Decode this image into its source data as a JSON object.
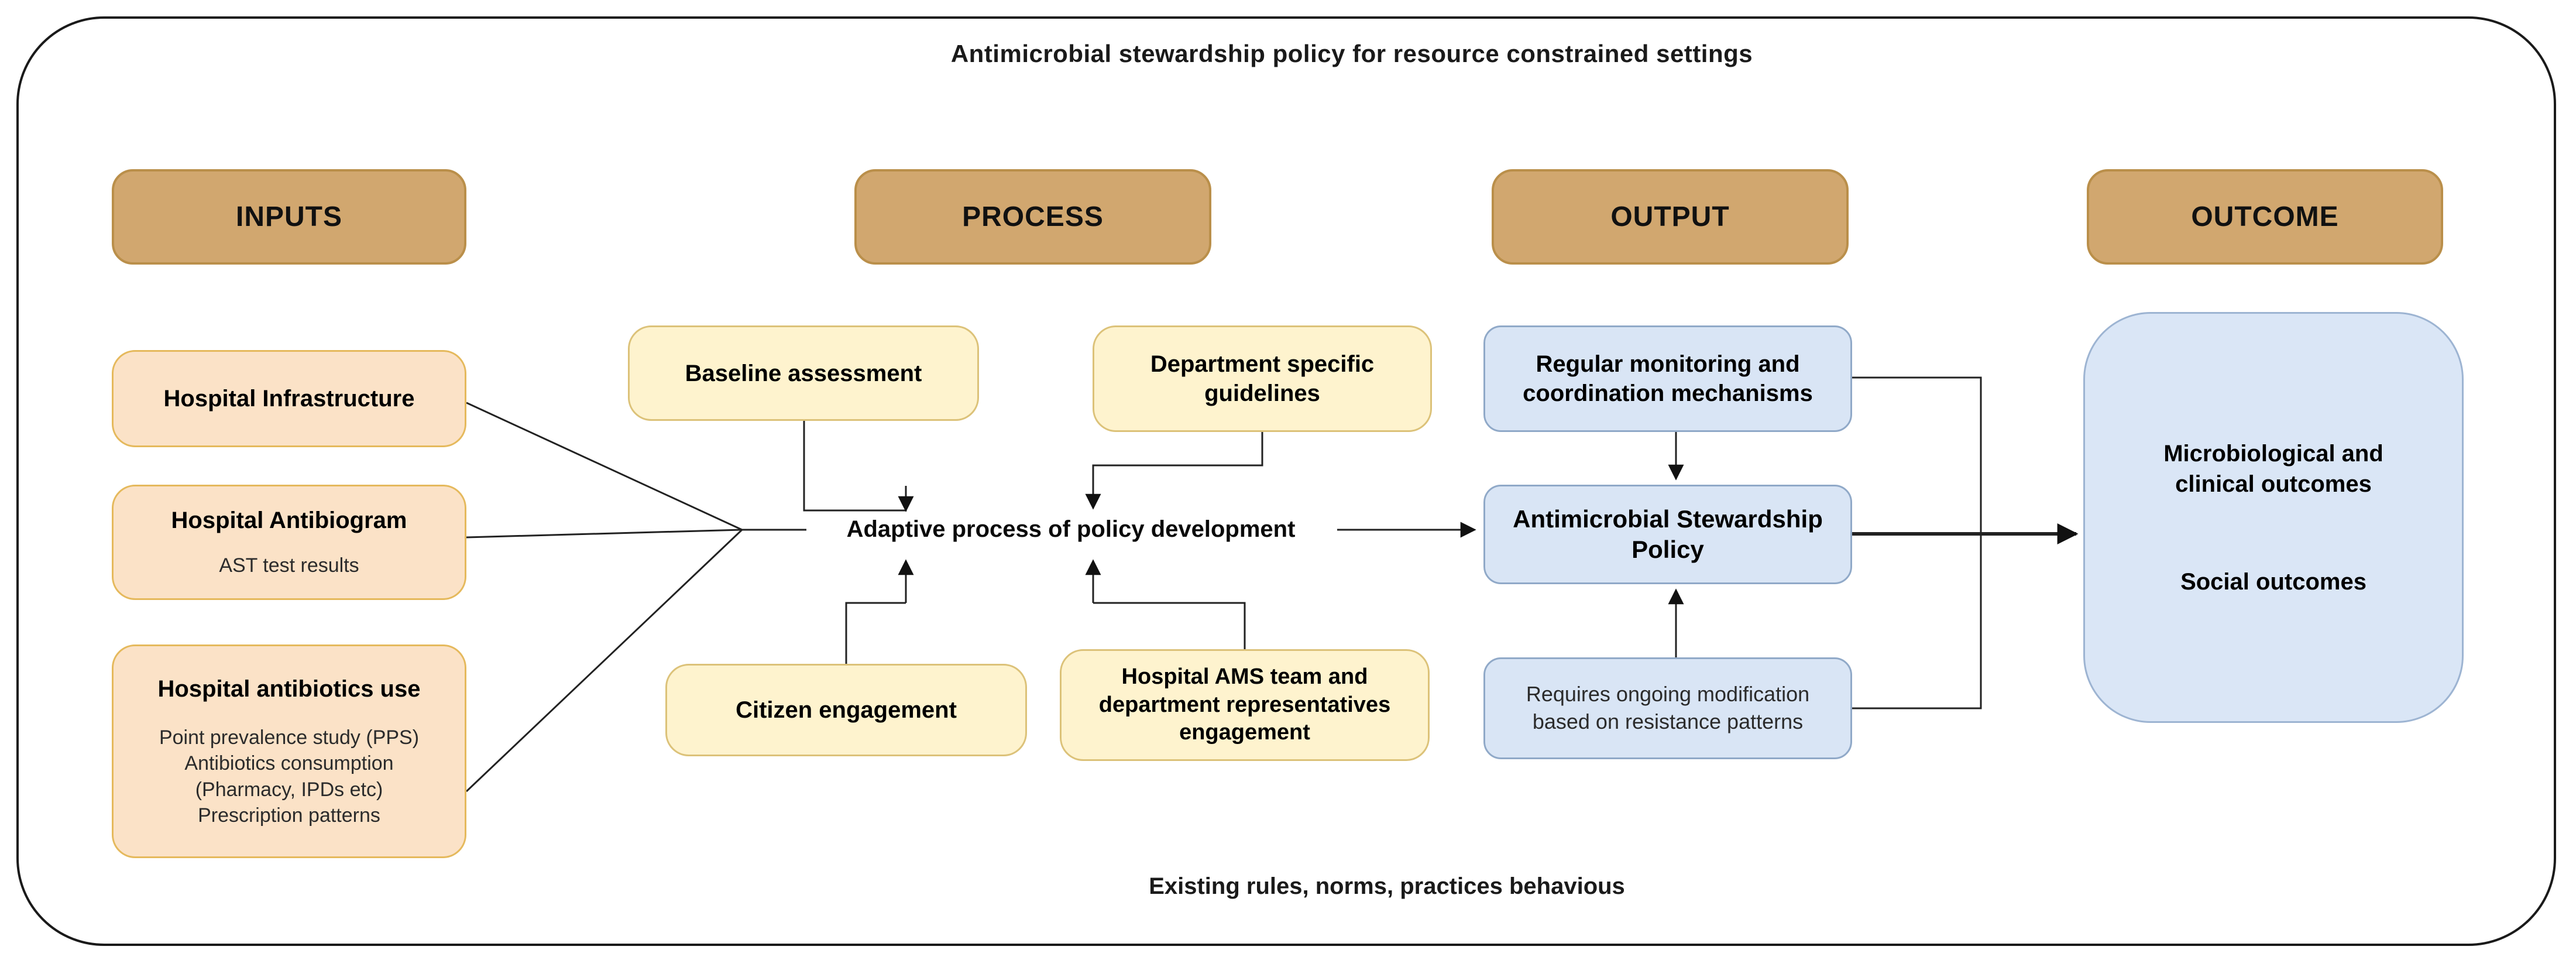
{
  "title": "Antimicrobial stewardship policy for resource constrained settings",
  "footer": "Existing rules, norms, practices behavious",
  "columns": {
    "inputs": "INPUTS",
    "process": "PROCESS",
    "output": "OUTPUT",
    "outcome": "OUTCOME"
  },
  "inputs": {
    "infrastructure": {
      "title": "Hospital Infrastructure"
    },
    "antibiogram": {
      "title": "Hospital Antibiogram",
      "subtitle": "AST test results"
    },
    "antibiotics_use": {
      "title": "Hospital antibiotics use",
      "items": [
        "Point prevalence study (PPS)",
        "Antibiotics consumption",
        "(Pharmacy, IPDs etc)",
        "Prescription patterns"
      ]
    }
  },
  "process": {
    "baseline": "Baseline assessment",
    "dept_guidelines": "Department specific guidelines",
    "citizen": "Citizen engagement",
    "ams_team": "Hospital AMS team and department representatives engagement",
    "adaptive": "Adaptive process of policy development"
  },
  "output": {
    "monitoring": "Regular monitoring and coordination mechanisms",
    "policy": "Antimicrobial Stewardship Policy",
    "requires": "Requires ongoing modification based on resistance patterns"
  },
  "outcome": {
    "line1": "Microbiological and clinical outcomes",
    "line2": "Social outcomes"
  },
  "colors": {
    "header_fill": "#d1a76f",
    "header_border": "#ba8f4a",
    "input_fill": "#fbe2c7",
    "input_border": "#e5b95c",
    "process_fill": "#fef3ce",
    "process_border": "#dcc279",
    "output_fill": "#d9e5f5",
    "output_border": "#90a9c8",
    "connector": "#222222"
  }
}
